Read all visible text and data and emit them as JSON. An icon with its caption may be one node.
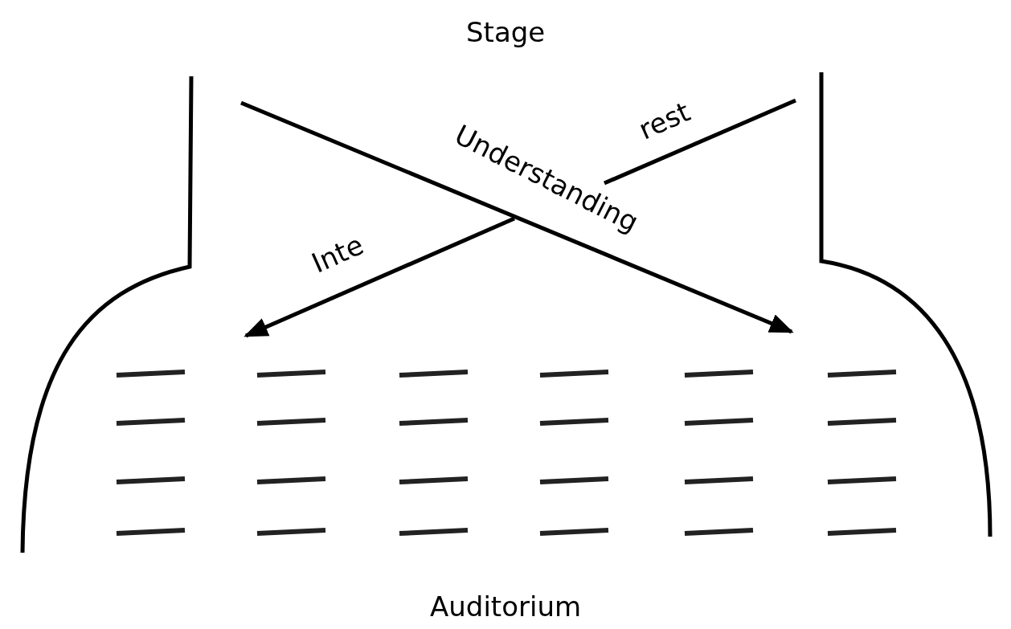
{
  "diagram": {
    "labels": [
      "Stage",
      "rest",
      "Understanding",
      "Inte",
      "Auditorium"
    ]
  }
}
